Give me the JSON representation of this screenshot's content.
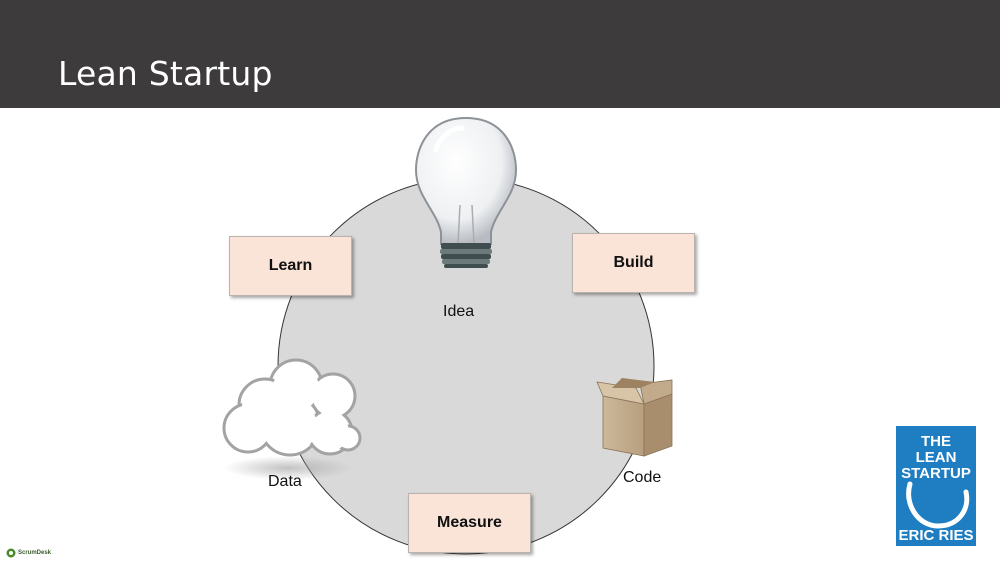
{
  "slide": {
    "title": "Lean Startup"
  },
  "diagram": {
    "stages": {
      "learn": "Learn",
      "build": "Build",
      "measure": "Measure"
    },
    "artifacts": {
      "idea": "Idea",
      "code": "Code",
      "data": "Data"
    },
    "icons": {
      "idea": "lightbulb-icon",
      "code": "box-icon",
      "data": "cloud-icon"
    }
  },
  "book": {
    "title_line1": "THE LEAN",
    "title_line2": "STARTUP",
    "author": "ERIC RIES"
  },
  "logo": {
    "text": "ScrumDesk"
  },
  "colors": {
    "header": "#3d3b3b",
    "circle_fill": "#d9d9d9",
    "box_fill": "#f9e4d7",
    "book_blue": "#1f7ec2"
  }
}
